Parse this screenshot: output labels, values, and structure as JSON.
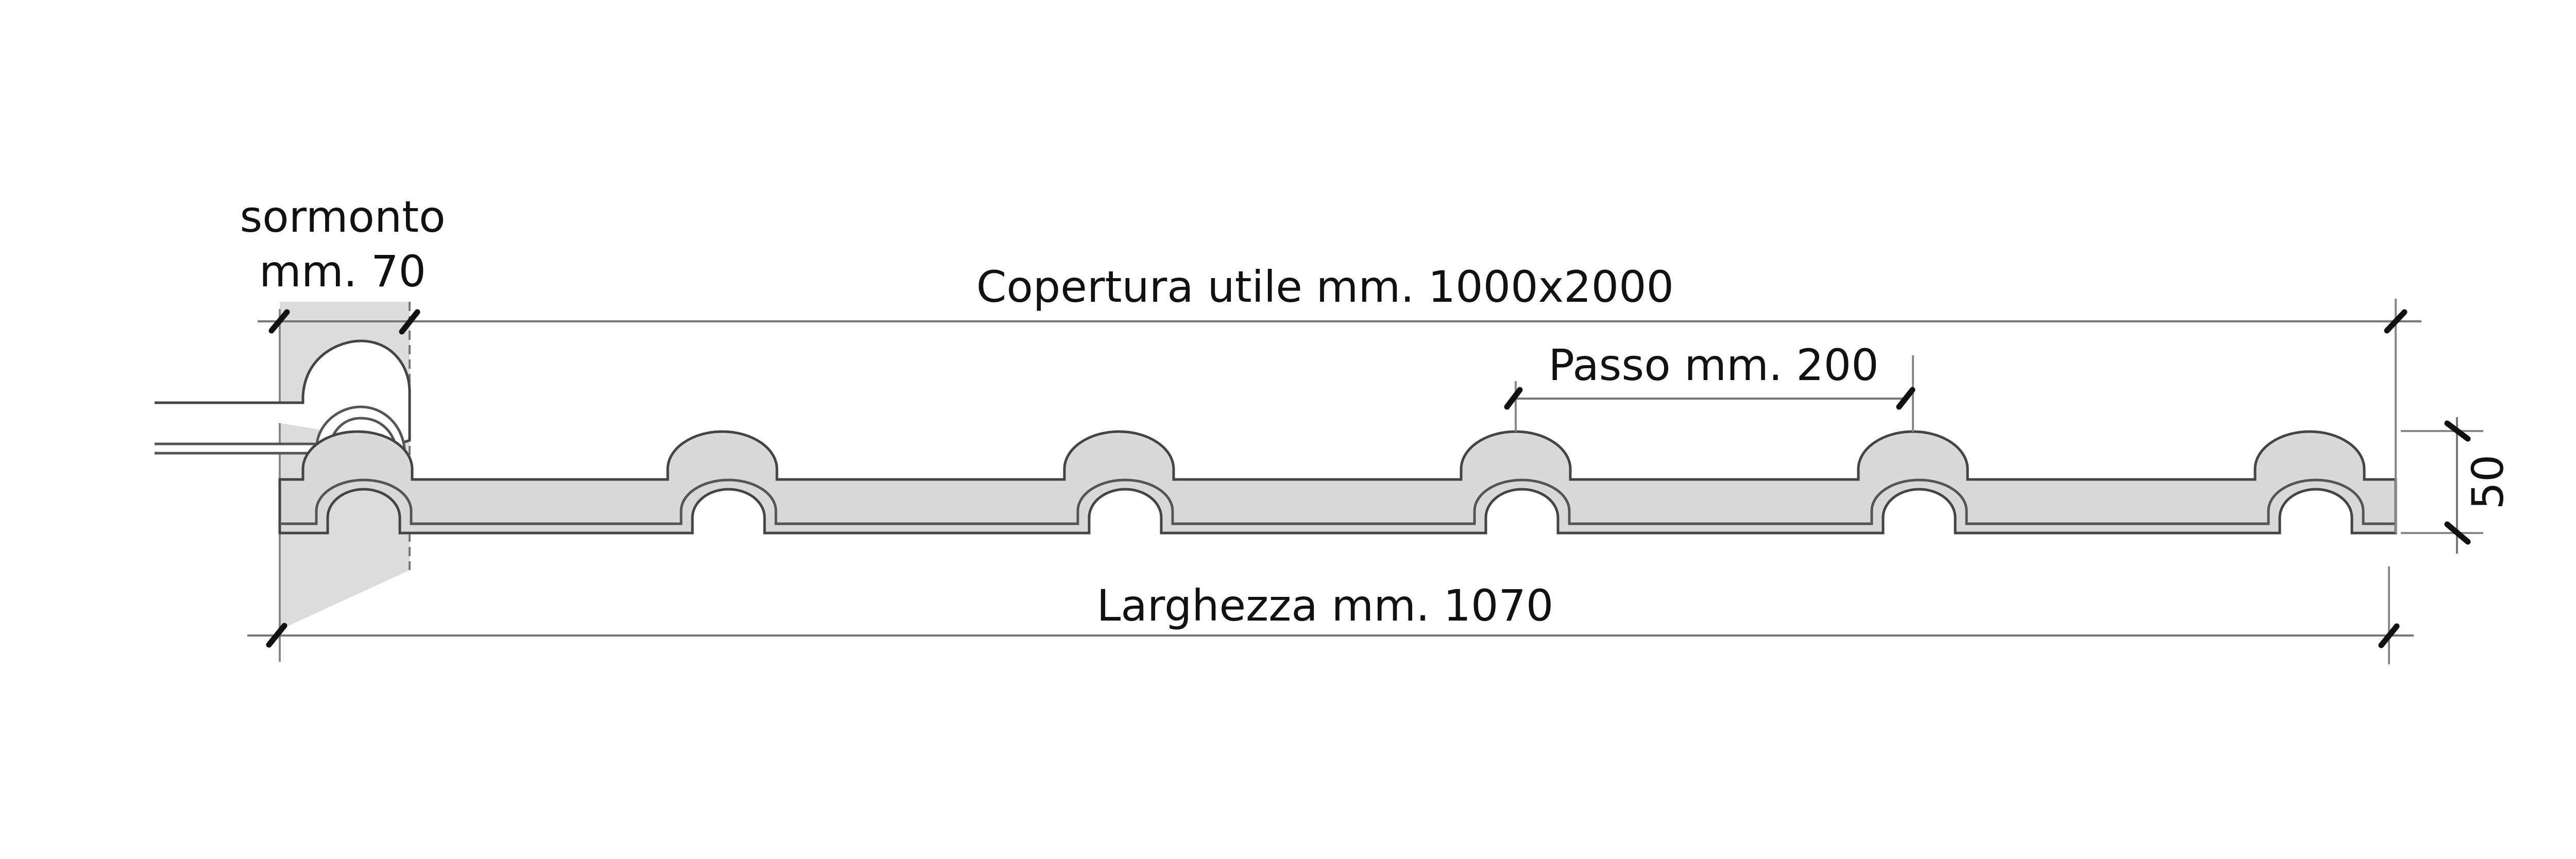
{
  "labels": {
    "overlap_line1": "sormonto",
    "overlap_line2": "mm. 70",
    "useful_coverage": "Copertura utile mm. 1000x2000",
    "pitch": "Passo mm. 200",
    "width": "Larghezza mm. 1070",
    "height": "50"
  },
  "colors": {
    "profile_fill": "#d9d9d9",
    "overlap_shade": "#dcdcdc",
    "outline": "#444444"
  }
}
